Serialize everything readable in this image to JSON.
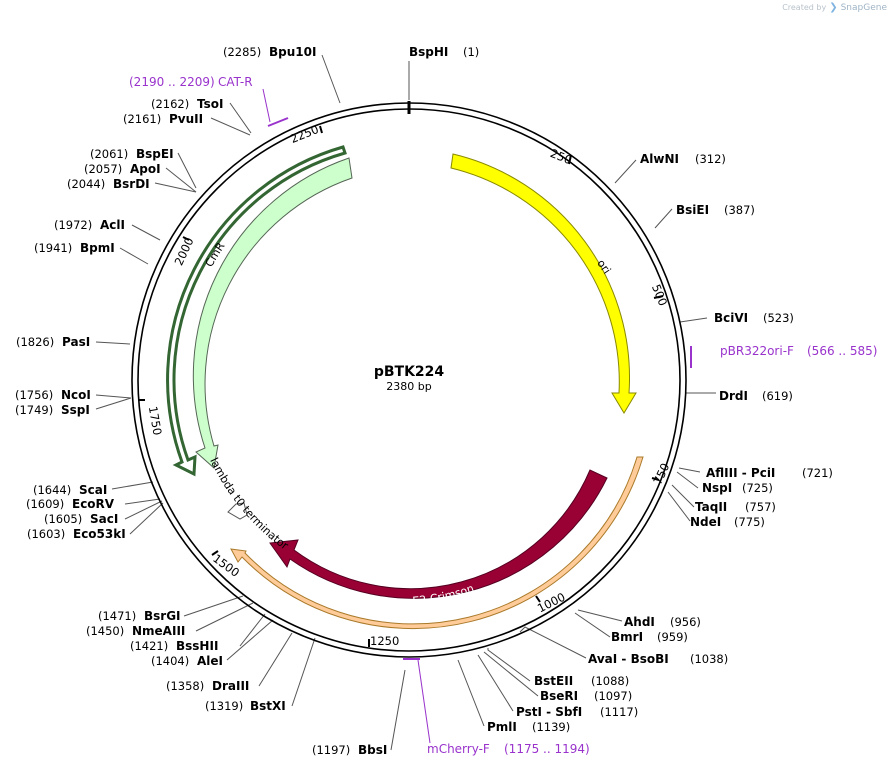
{
  "credit": {
    "prefix": "Created by",
    "brand": "SnapGene"
  },
  "plasmid": {
    "name": "pBTK224",
    "length_label": "2380 bp"
  },
  "features": [
    {
      "name": "ori",
      "color": "#ffff00"
    },
    {
      "name": "CmR",
      "color": "#ccffcc"
    },
    {
      "name": "E2-Crimson",
      "color": "#990033"
    },
    {
      "name": "lambda t0 terminator",
      "color": "#ffffff"
    }
  ],
  "ticks": [
    "250",
    "500",
    "750",
    "1000",
    "1250",
    "1500",
    "1750",
    "2000",
    "2250"
  ],
  "enzymes": [
    {
      "name": "BspHI",
      "pos": "(1)"
    },
    {
      "name": "AlwNI",
      "pos": "(312)"
    },
    {
      "name": "BsiEI",
      "pos": "(387)"
    },
    {
      "name": "BciVI",
      "pos": "(523)"
    },
    {
      "name": "DrdI",
      "pos": "(619)"
    },
    {
      "name": "AflIII - PciI",
      "pos": "(721)"
    },
    {
      "name": "NspI",
      "pos": "(725)"
    },
    {
      "name": "TaqII",
      "pos": "(757)"
    },
    {
      "name": "NdeI",
      "pos": "(775)"
    },
    {
      "name": "AhdI",
      "pos": "(956)"
    },
    {
      "name": "BmrI",
      "pos": "(959)"
    },
    {
      "name": "AvaI - BsoBI",
      "pos": "(1038)"
    },
    {
      "name": "BstEII",
      "pos": "(1088)"
    },
    {
      "name": "BseRI",
      "pos": "(1097)"
    },
    {
      "name": "PstI - SbfI",
      "pos": "(1117)"
    },
    {
      "name": "PmlI",
      "pos": "(1139)"
    },
    {
      "name": "BbsI",
      "pos": "(1197)"
    },
    {
      "name": "BstXI",
      "pos": "(1319)"
    },
    {
      "name": "DraIII",
      "pos": "(1358)"
    },
    {
      "name": "AleI",
      "pos": "(1404)"
    },
    {
      "name": "BssHII",
      "pos": "(1421)"
    },
    {
      "name": "NmeAIII",
      "pos": "(1450)"
    },
    {
      "name": "BsrGI",
      "pos": "(1471)"
    },
    {
      "name": "Eco53kI",
      "pos": "(1603)"
    },
    {
      "name": "SacI",
      "pos": "(1605)"
    },
    {
      "name": "EcoRV",
      "pos": "(1609)"
    },
    {
      "name": "ScaI",
      "pos": "(1644)"
    },
    {
      "name": "SspI",
      "pos": "(1749)"
    },
    {
      "name": "NcoI",
      "pos": "(1756)"
    },
    {
      "name": "PasI",
      "pos": "(1826)"
    },
    {
      "name": "BpmI",
      "pos": "(1941)"
    },
    {
      "name": "AclI",
      "pos": "(1972)"
    },
    {
      "name": "BsrDI",
      "pos": "(2044)"
    },
    {
      "name": "ApoI",
      "pos": "(2057)"
    },
    {
      "name": "BspEI",
      "pos": "(2061)"
    },
    {
      "name": "PvuII",
      "pos": "(2161)"
    },
    {
      "name": "TsoI",
      "pos": "(2162)"
    },
    {
      "name": "Bpu10I",
      "pos": "(2285)"
    }
  ],
  "primers": [
    {
      "name": "CAT-R",
      "range": "(2190 .. 2209)",
      "color": "#9933cc"
    },
    {
      "name": "pBR322ori-F",
      "range": "(566 .. 585)",
      "color": "#9933cc"
    },
    {
      "name": "mCherry-F",
      "range": "(1175 .. 1194)",
      "color": "#9933cc"
    }
  ]
}
